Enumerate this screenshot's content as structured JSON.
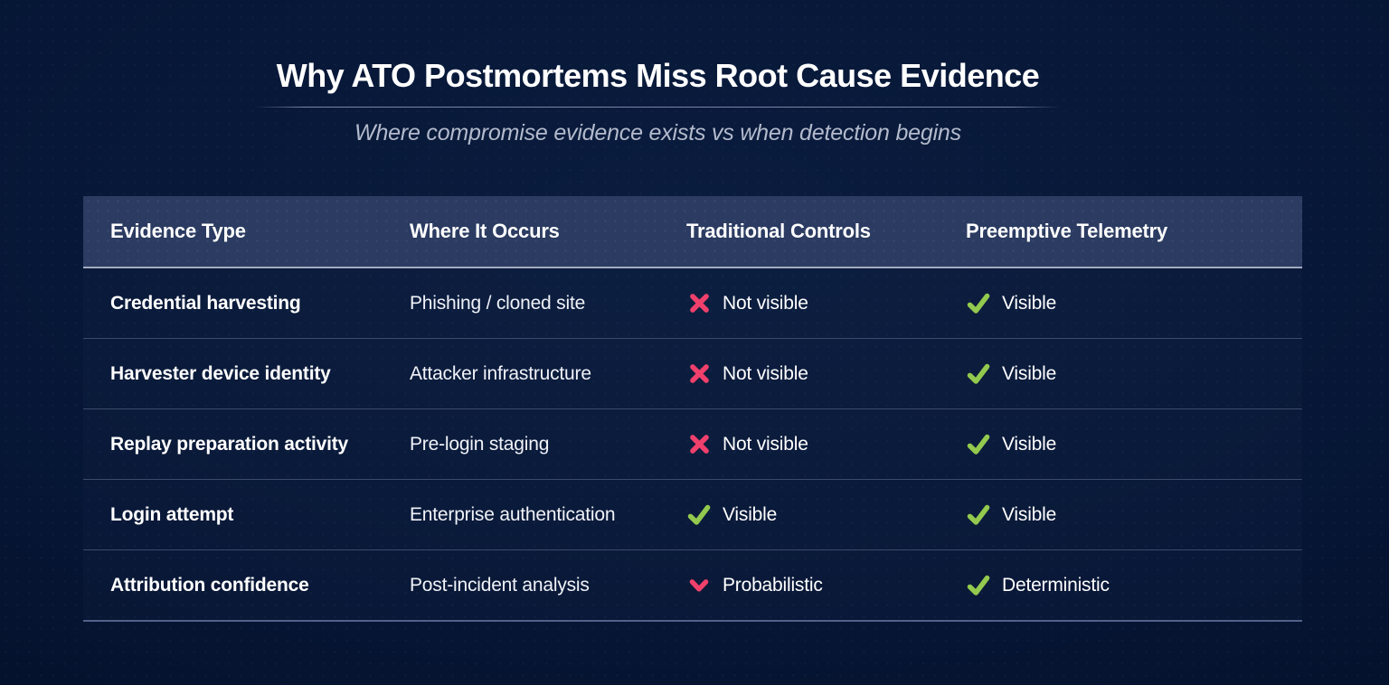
{
  "page": {
    "title": "Why ATO Postmortems Miss Root Cause Evidence",
    "subtitle": "Where compromise evidence exists vs when detection begins",
    "colors": {
      "background": "#061534",
      "header_background": "#2b3b61",
      "row_divider": "#3c4a6b",
      "header_underline": "#a3abc0",
      "negative_accent": "#f0406c",
      "positive_accent": "#93c94e",
      "subtitle_text": "#b3bacc"
    }
  },
  "table": {
    "columns": [
      {
        "label": "Evidence Type"
      },
      {
        "label": "Where It Occurs"
      },
      {
        "label": "Traditional Controls"
      },
      {
        "label": "Preemptive Telemetry"
      }
    ],
    "rows": [
      {
        "evidence_type": "Credential harvesting",
        "where_it_occurs": "Phishing / cloned site",
        "traditional_controls": {
          "icon": "cross-icon",
          "label": "Not visible",
          "color": "#f0406c"
        },
        "preemptive_telemetry": {
          "icon": "check-icon",
          "label": "Visible",
          "color": "#93c94e"
        }
      },
      {
        "evidence_type": "Harvester device identity",
        "where_it_occurs": "Attacker infrastructure",
        "traditional_controls": {
          "icon": "cross-icon",
          "label": "Not visible",
          "color": "#f0406c"
        },
        "preemptive_telemetry": {
          "icon": "check-icon",
          "label": "Visible",
          "color": "#93c94e"
        }
      },
      {
        "evidence_type": "Replay preparation activity",
        "where_it_occurs": "Pre-login staging",
        "traditional_controls": {
          "icon": "cross-icon",
          "label": "Not visible",
          "color": "#f0406c"
        },
        "preemptive_telemetry": {
          "icon": "check-icon",
          "label": "Visible",
          "color": "#93c94e"
        }
      },
      {
        "evidence_type": "Login attempt",
        "where_it_occurs": "Enterprise authentication",
        "traditional_controls": {
          "icon": "check-icon",
          "label": "Visible",
          "color": "#93c94e"
        },
        "preemptive_telemetry": {
          "icon": "check-icon",
          "label": "Visible",
          "color": "#93c94e"
        }
      },
      {
        "evidence_type": "Attribution confidence",
        "where_it_occurs": "Post-incident analysis",
        "traditional_controls": {
          "icon": "chevron-down-icon",
          "label": "Probabilistic",
          "color": "#f0406c"
        },
        "preemptive_telemetry": {
          "icon": "check-icon",
          "label": "Deterministic",
          "color": "#93c94e"
        }
      }
    ]
  },
  "chart_data": {
    "type": "table",
    "title": "Why ATO Postmortems Miss Root Cause Evidence",
    "subtitle": "Where compromise evidence exists vs when detection begins",
    "columns": [
      "Evidence Type",
      "Where It Occurs",
      "Traditional Controls",
      "Preemptive Telemetry"
    ],
    "rows": [
      [
        "Credential harvesting",
        "Phishing / cloned site",
        "✗ Not visible",
        "✔ Visible"
      ],
      [
        "Harvester device identity",
        "Attacker infrastructure",
        "✗ Not visible",
        "✔ Visible"
      ],
      [
        "Replay preparation activity",
        "Pre-login staging",
        "✗ Not visible",
        "✔ Visible"
      ],
      [
        "Login attempt",
        "Enterprise authentication",
        "✔ Visible",
        "✔ Visible"
      ],
      [
        "Attribution confidence",
        "Post-incident analysis",
        "⌄ Probabilistic",
        "✔ Deterministic"
      ]
    ],
    "legend_position": "none",
    "grid": "horizontal-row-dividers"
  }
}
